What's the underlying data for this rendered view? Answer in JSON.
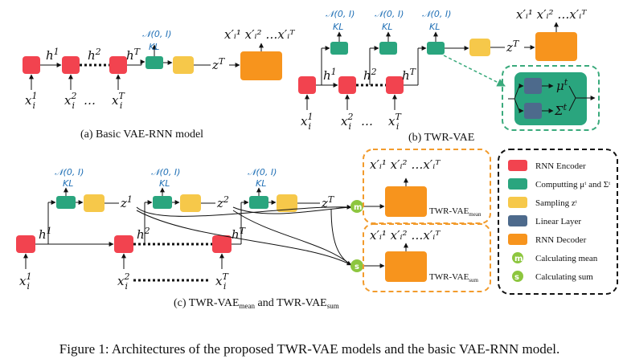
{
  "colors": {
    "encoder": "#f2434f",
    "computing": "#2aa57e",
    "sampling": "#f6c84a",
    "linear": "#4d6a8c",
    "decoder": "#f7941d",
    "mean_sum": "#8dc63f",
    "dashed_orange": "#f29b2c",
    "dashed_green": "#3aaa7c"
  },
  "symbols": {
    "normal": "𝒩(0, I)",
    "kl": "KL",
    "h1": "h",
    "h1_sup": "1",
    "h2_sup": "2",
    "hT_sup": "T",
    "x": "x",
    "i": "i",
    "dots": "…",
    "z": "z",
    "zT_sup": "T",
    "z1_sup": "1",
    "z2_sup": "2",
    "out_seq": "x′ᵢ¹  x′ᵢ²  …x′ᵢᵀ",
    "mu": "μ",
    "sigma": "Σ",
    "t_sup": "t",
    "m": "m",
    "s": "s"
  },
  "captions": {
    "a": "(a) Basic VAE-RNN model",
    "b": "(b) TWR-VAE",
    "c_prefix": "(c) TWR-VAE",
    "c_mean_sub": "mean",
    "c_and": " and TWR-VAE",
    "c_sum_sub": "sum",
    "figure": "Figure 1: Architectures of the proposed TWR-VAE models and the basic VAE-RNN model."
  },
  "decoder_labels": {
    "mean_prefix": "TWR-VAE",
    "mean_sub": "mean",
    "sum_prefix": "TWR-VAE",
    "sum_sub": "sum"
  },
  "legend": [
    {
      "color_key": "encoder",
      "label": "RNN Encoder"
    },
    {
      "color_key": "computing",
      "label": "Computting  μᵗ and Σᵗ"
    },
    {
      "color_key": "sampling",
      "label": "Sampling zᵗ"
    },
    {
      "color_key": "linear",
      "label": "Linear Layer"
    },
    {
      "color_key": "decoder",
      "label": "RNN Decoder"
    },
    {
      "color_key": "mean_sum",
      "label": "Calculating  mean",
      "glyph": "m"
    },
    {
      "color_key": "mean_sum",
      "label": "Calculating  sum",
      "glyph": "s"
    }
  ]
}
